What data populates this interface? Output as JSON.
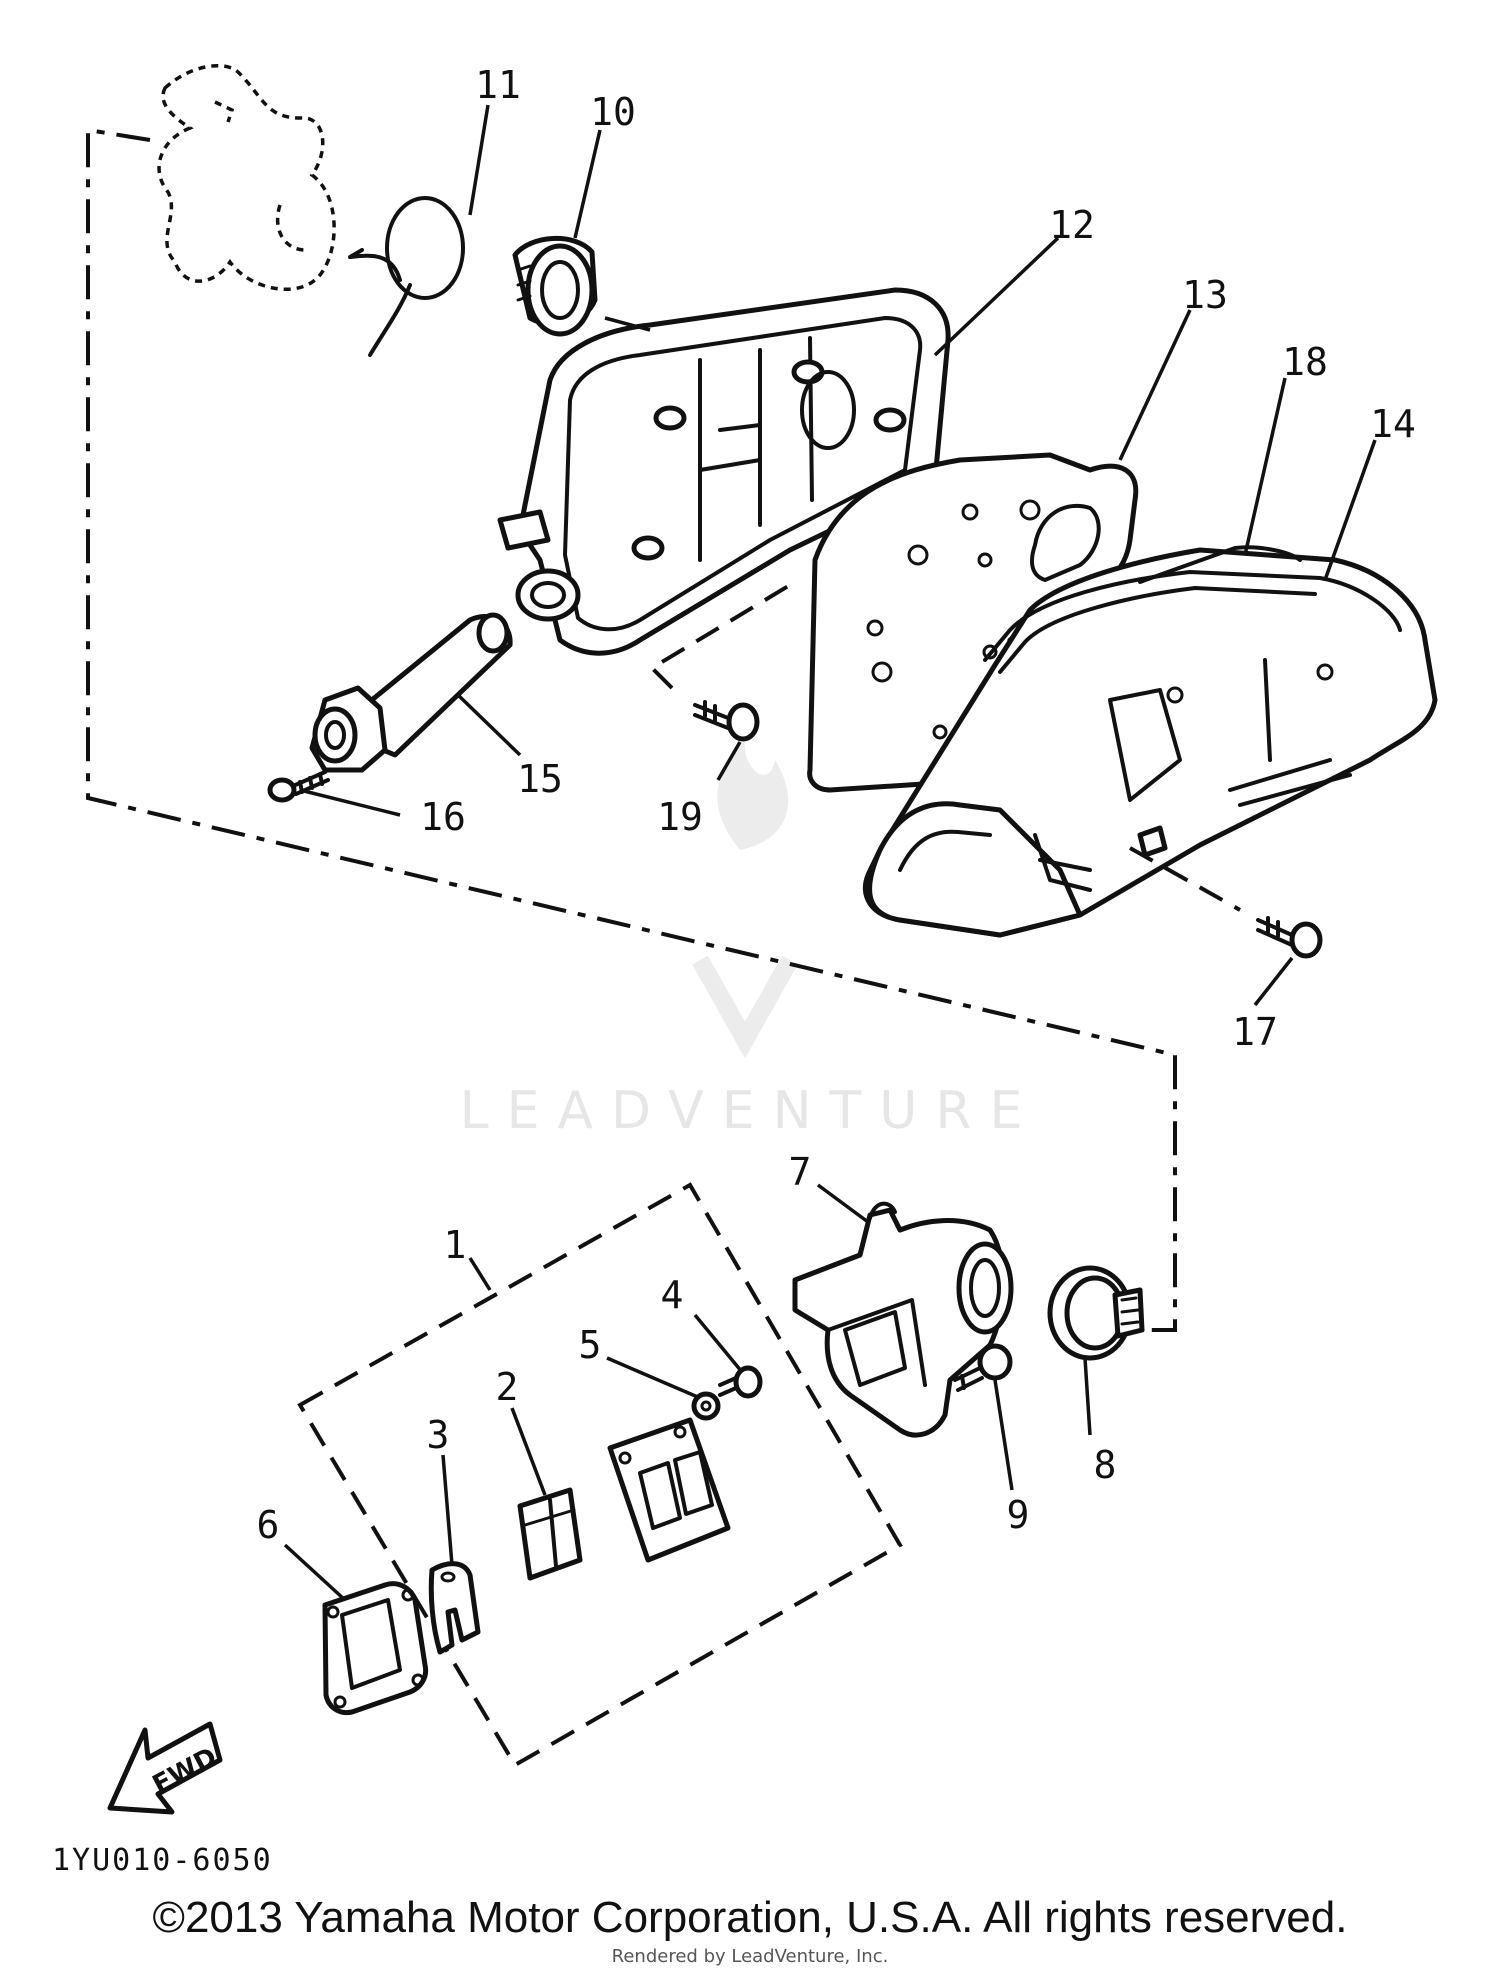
{
  "callouts": {
    "c1": "1",
    "c2": "2",
    "c3": "3",
    "c4": "4",
    "c5": "5",
    "c6": "6",
    "c7": "7",
    "c8": "8",
    "c9": "9",
    "c10": "10",
    "c11": "11",
    "c12": "12",
    "c13": "13",
    "c14": "14",
    "c15": "15",
    "c16": "16",
    "c17": "17",
    "c18": "18",
    "c19": "19"
  },
  "fwd_label": "FWD",
  "diagram_code": "1YU010-6050",
  "watermark": "LEADVENTURE",
  "copyright": "©2013 Yamaha Motor Corporation, U.S.A. All rights reserved.",
  "rendered_by": "Rendered by LeadVenture, Inc."
}
